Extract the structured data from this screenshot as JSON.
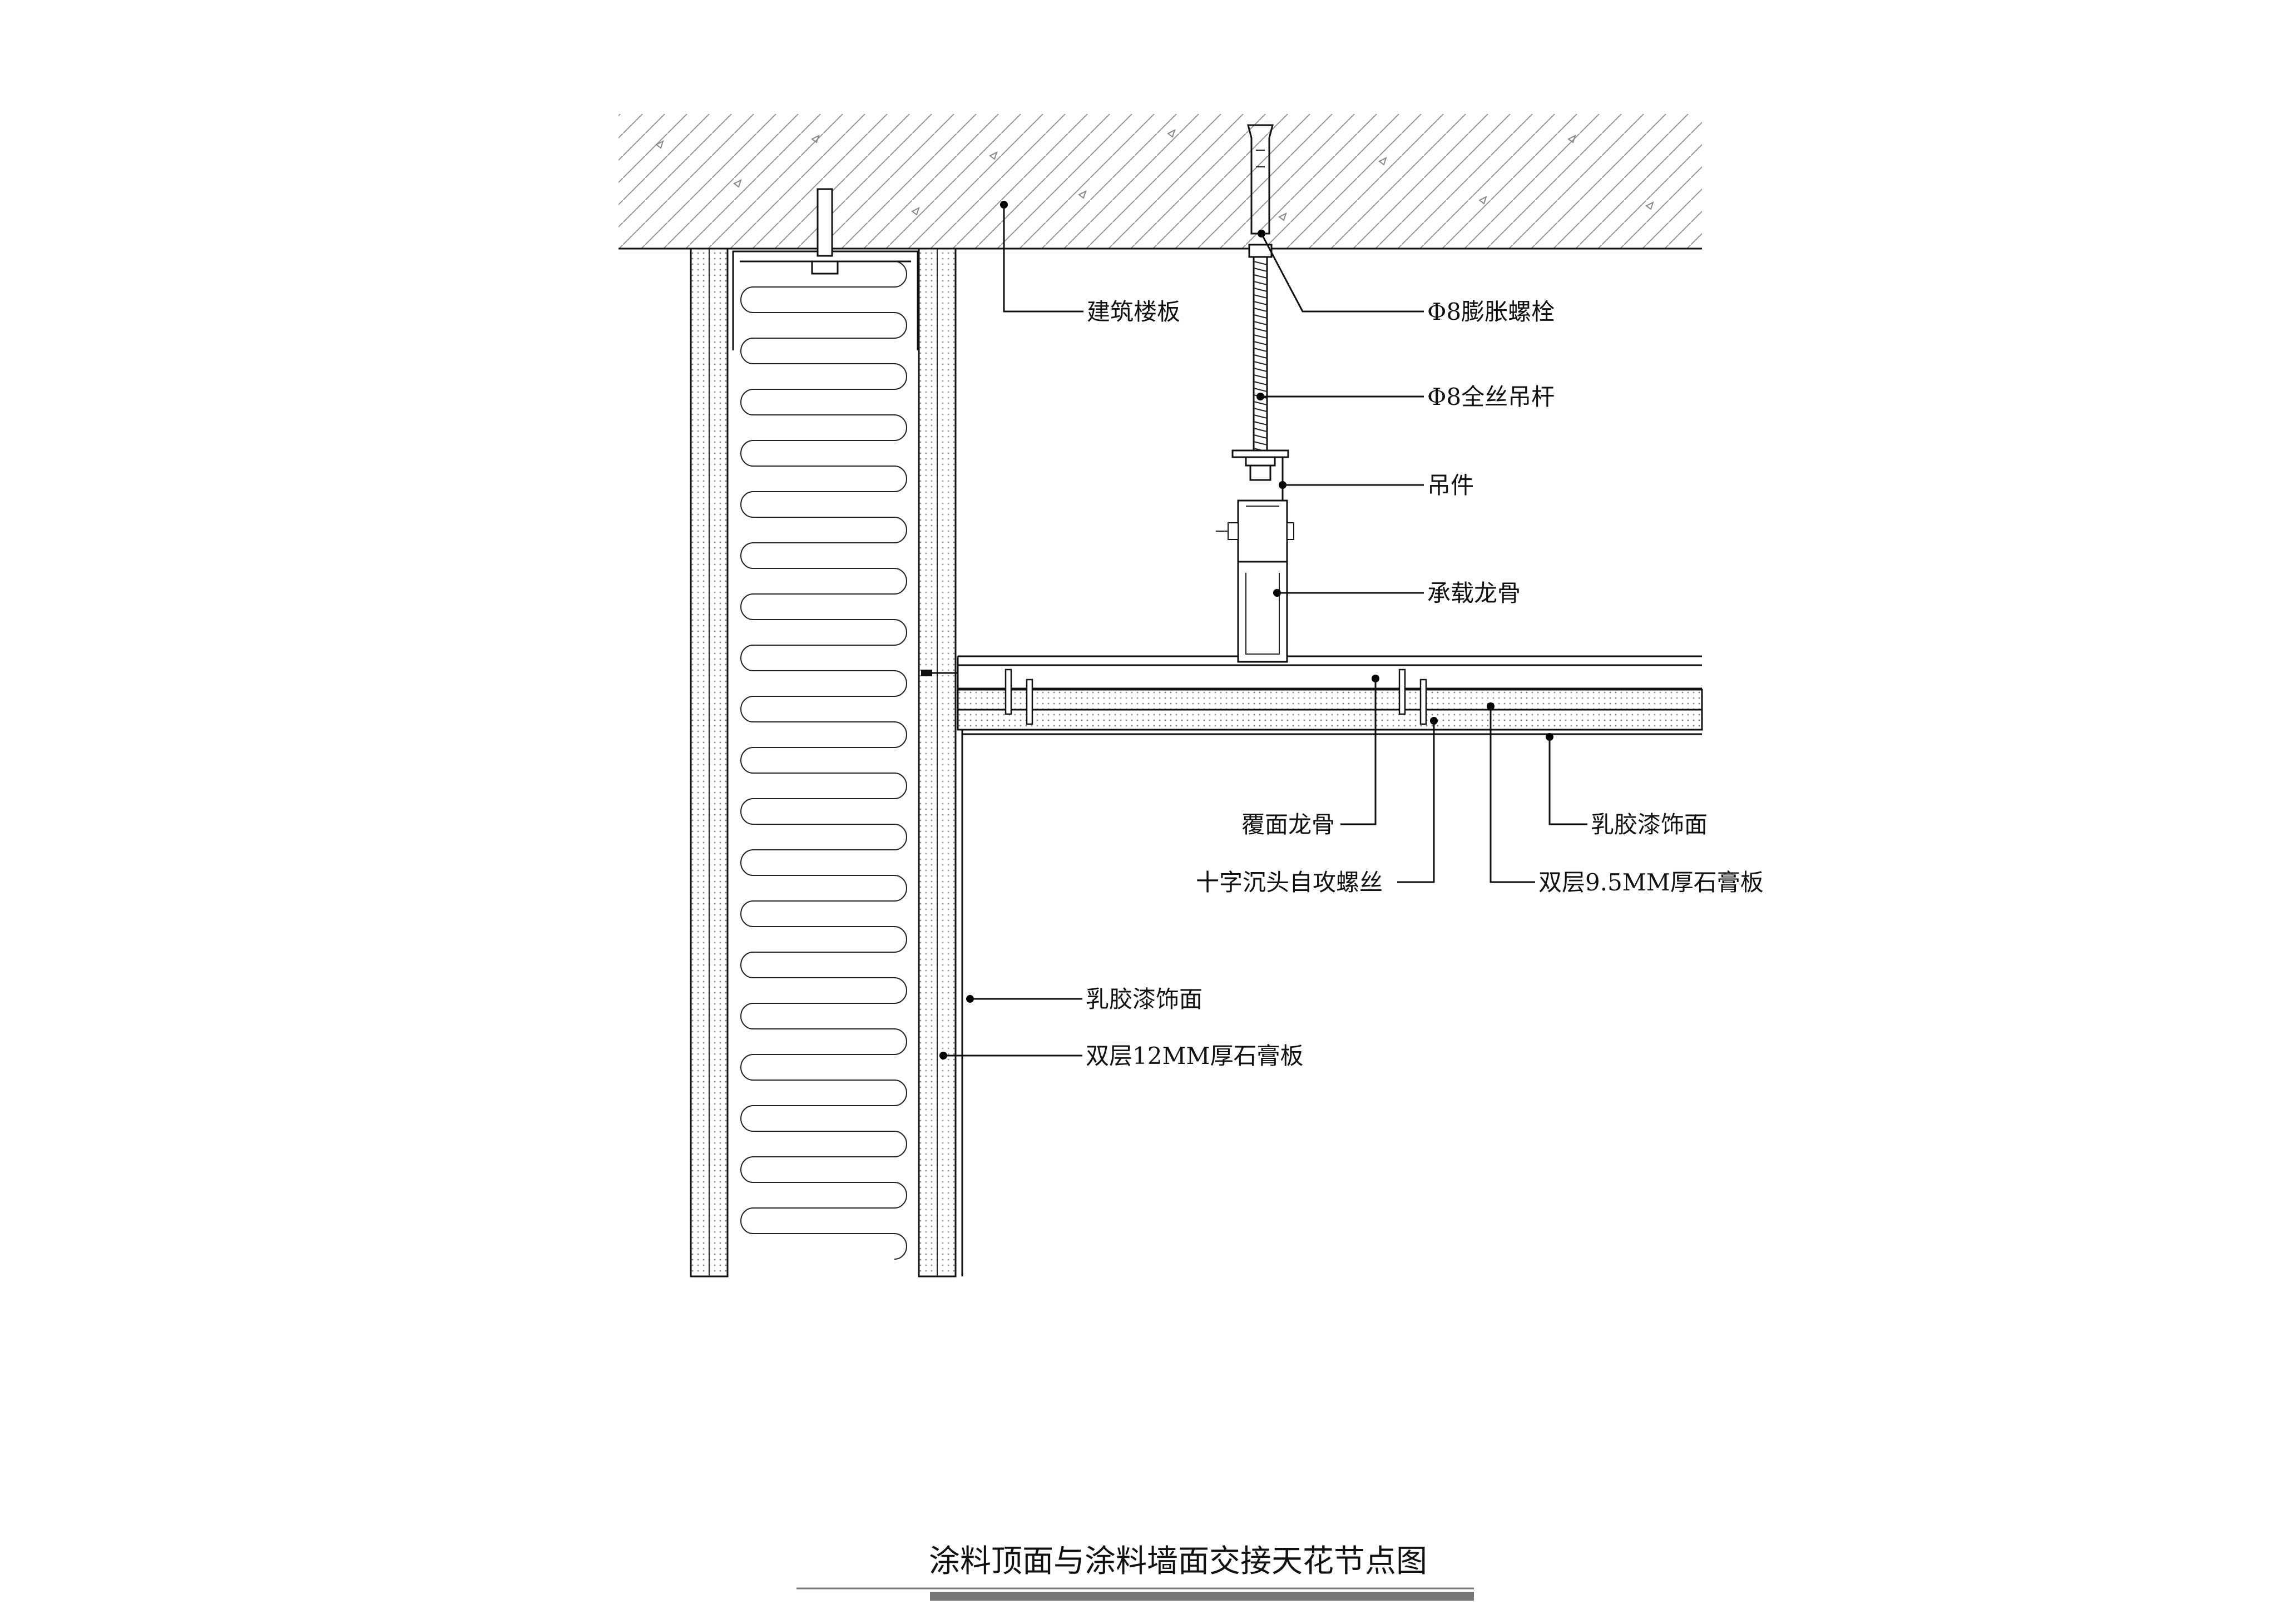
{
  "drawing": {
    "title": "涂料顶面与涂料墙面交接天花节点图",
    "labels": {
      "floor_slab": "建筑楼板",
      "expansion_bolt": "Φ8膨胀螺栓",
      "threaded_rod": "Φ8全丝吊杆",
      "hanger": "吊件",
      "main_keel": "承载龙骨",
      "cover_keel": "覆面龙骨",
      "screw": "十字沉头自攻螺丝",
      "ceiling_paint": "乳胶漆饰面",
      "ceiling_board": "双层9.5MM厚石膏板",
      "wall_paint": "乳胶漆饰面",
      "wall_board": "双层12MM厚石膏板"
    }
  }
}
